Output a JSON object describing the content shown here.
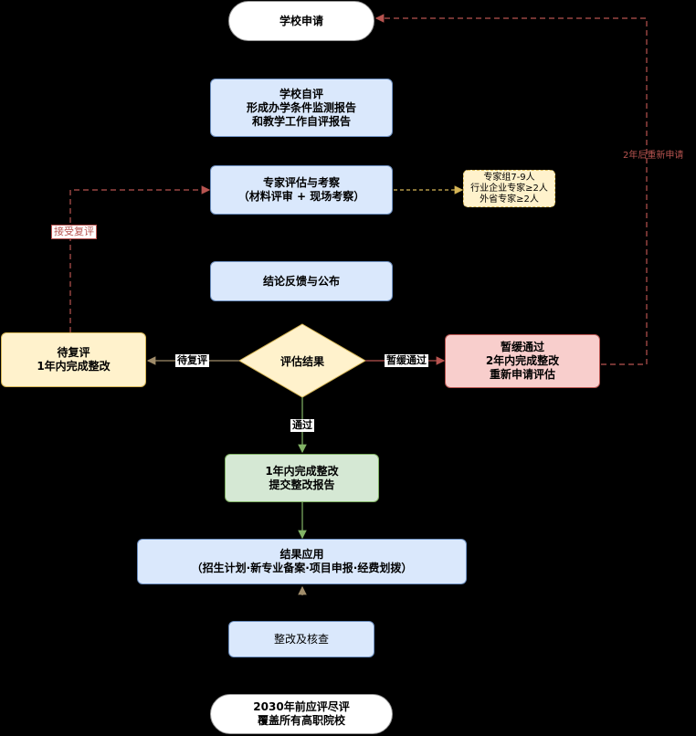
{
  "nodes": {
    "apply": {
      "lines": [
        "学校申请"
      ]
    },
    "self_eval": {
      "lines": [
        "学校自评",
        "形成办学条件监测报告",
        "和教学工作自评报告"
      ]
    },
    "expert_eval": {
      "lines": [
        "专家评估与考察",
        "（材料评审 + 现场考察）"
      ]
    },
    "expert_note": {
      "lines": [
        "专家组7-9人",
        "行业企业专家≥2人",
        "外省专家≥2人"
      ]
    },
    "conclusion": {
      "lines": [
        "结论反馈与公布"
      ]
    },
    "result": {
      "lines": [
        "评估结果"
      ]
    },
    "pending": {
      "lines": [
        "待复评",
        "1年内完成整改"
      ]
    },
    "suspend": {
      "lines": [
        "暂缓通过",
        "2年内完成整改",
        "重新申请评估"
      ]
    },
    "passed_fix": {
      "lines": [
        "1年内完成整改",
        "提交整改报告"
      ]
    },
    "apply_result": {
      "lines": [
        "结果应用",
        "（招生计划·新专业备案·项目申报·经费划拨）"
      ]
    },
    "check": {
      "lines": [
        "整改及核查"
      ]
    },
    "end": {
      "lines": [
        "2030年前应评尽评",
        "覆盖所有高职院校"
      ]
    }
  },
  "edge_labels": {
    "to_pending": "待复评",
    "to_suspend": "暂缓通过",
    "to_pass": "通过",
    "accept_review": "接受复评",
    "reapply": "2年后重新申请"
  },
  "colors": {
    "background": "#000000",
    "blue_fill": "#dae8fc",
    "blue_stroke": "#6c8ebf",
    "yellow_fill": "#fff2cc",
    "yellow_stroke": "#d6b656",
    "red_fill": "#f8cecc",
    "red_stroke": "#b85450",
    "green_fill": "#d5e8d4",
    "green_stroke": "#82b366"
  }
}
